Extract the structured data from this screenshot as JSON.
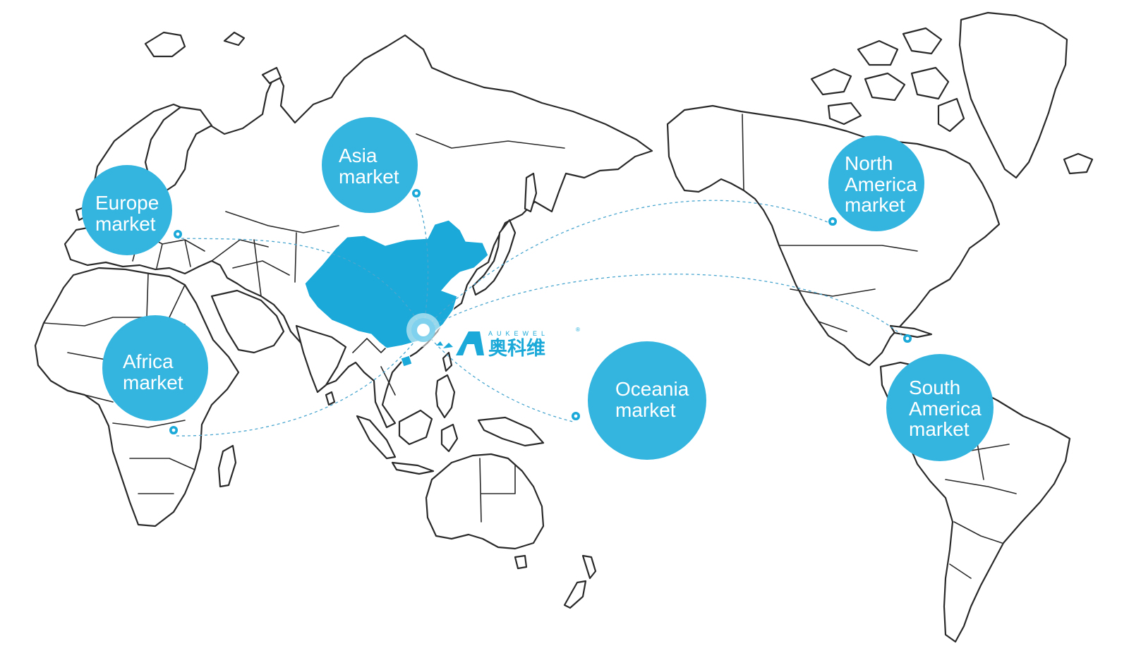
{
  "colors": {
    "accent": "#1aa9d8",
    "bubble": "#34b5df",
    "outline": "#2a2a2a",
    "route": "#4aa6cf"
  },
  "brand": {
    "name_cn": "奥科维",
    "name_en": "AUKEWEL",
    "registered": "®",
    "logo_icon": "aukewel-a-logo"
  },
  "markets": [
    {
      "id": "europe",
      "line1": "Europe",
      "line2": "market"
    },
    {
      "id": "asia",
      "line1": "Asia",
      "line2": "market"
    },
    {
      "id": "africa",
      "line1": "Africa",
      "line2": "market"
    },
    {
      "id": "oceania",
      "line1": "Oceania",
      "line2": "market"
    },
    {
      "id": "north-america",
      "line1": "North",
      "line2": "America",
      "line3": "market"
    },
    {
      "id": "south-america",
      "line1": "South",
      "line2": "America",
      "line3": "market"
    }
  ],
  "icons": {
    "pin": "map-pin-icon",
    "hub": "hub-target-icon"
  }
}
